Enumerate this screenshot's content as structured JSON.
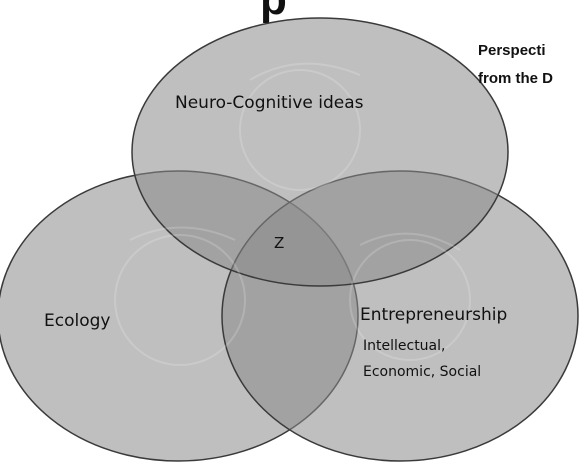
{
  "heading_fragment": "p",
  "side_caption": {
    "line1": "Perspecti",
    "line2": "from the D"
  },
  "diagram": {
    "circles": [
      {
        "id": "neuro",
        "label": "Neuro-Cognitive ideas"
      },
      {
        "id": "ecology",
        "label": "Ecology"
      },
      {
        "id": "entre",
        "label": "Entrepreneurship",
        "sublabel1": "Intellectual,",
        "sublabel2": "Economic, Social"
      }
    ],
    "center_label": "Z"
  },
  "colors": {
    "circle_fill": "#8a8a8a",
    "circle_stroke": "#3a3a3a",
    "text": "#111111",
    "background": "#ffffff"
  }
}
